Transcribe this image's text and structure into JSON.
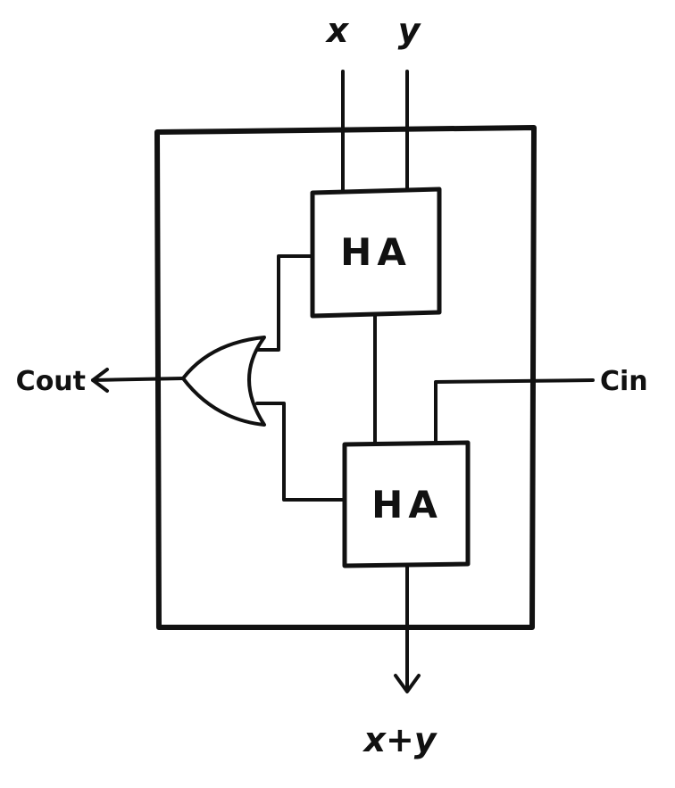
{
  "diagram": {
    "inputs": {
      "x": "x",
      "y": "y",
      "carry_in": "Cin"
    },
    "outputs": {
      "sum": "x+y",
      "carry_out": "Cout"
    },
    "blocks": [
      {
        "id": "ha1",
        "label": "HA"
      },
      {
        "id": "ha2",
        "label": "HA"
      }
    ],
    "gate": {
      "type": "OR"
    },
    "colors": {
      "ink": "#111111",
      "background": "#ffffff"
    }
  }
}
